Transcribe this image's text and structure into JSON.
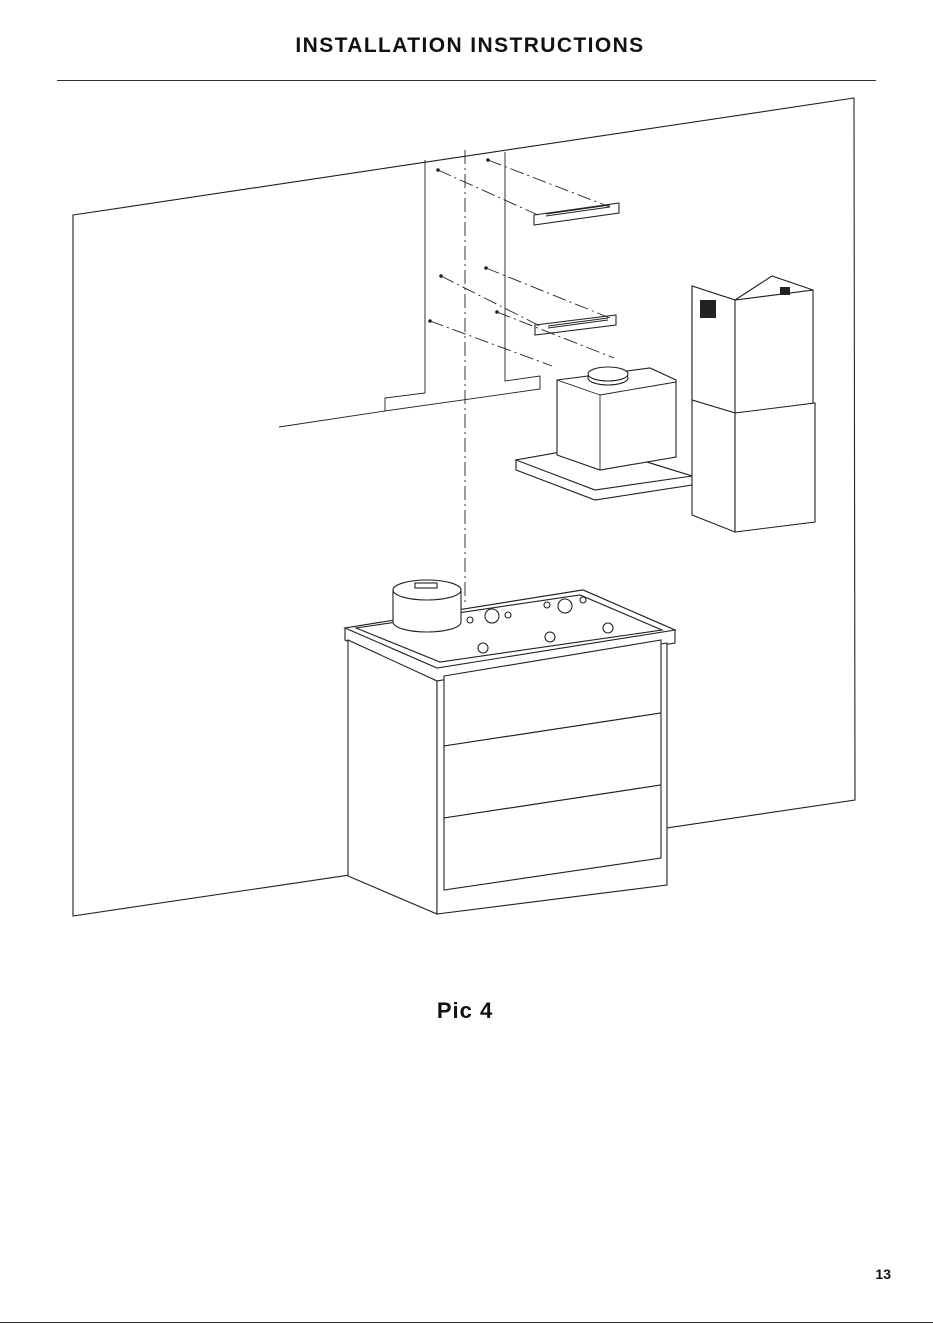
{
  "header": {
    "title": "INSTALLATION INSTRUCTIONS"
  },
  "figure": {
    "caption": "Pic 4"
  },
  "footer": {
    "page_number": "13"
  }
}
